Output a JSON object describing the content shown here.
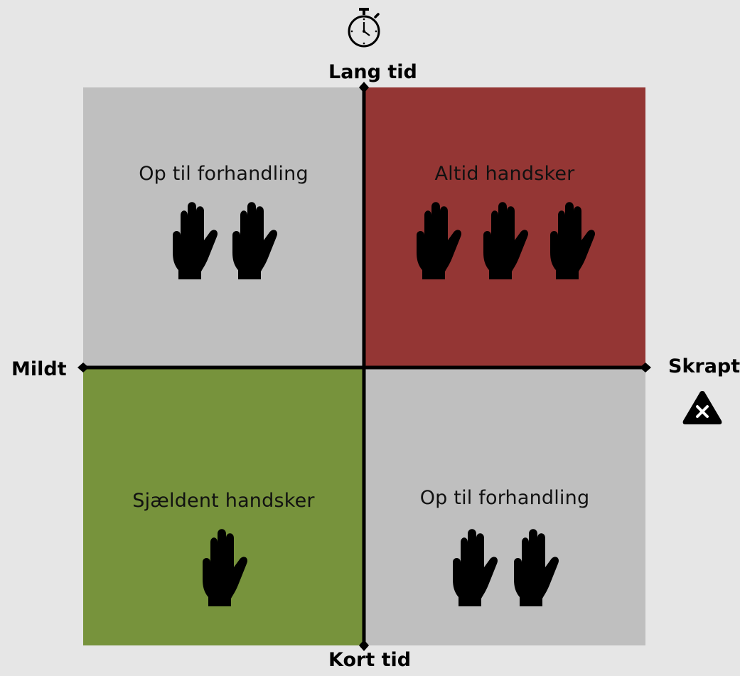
{
  "axes": {
    "top": "Lang tid",
    "bottom": "Kort tid",
    "left": "Mildt",
    "right": "Skrapt"
  },
  "icons": {
    "top": "stopwatch-icon",
    "right": "warning-x-icon"
  },
  "quadrants": [
    {
      "position": "top-left",
      "label": "Op til forhandling",
      "hands": 2,
      "color": "#bfbfbf"
    },
    {
      "position": "top-right",
      "label": "Altid handsker",
      "hands": 3,
      "color": "#943634"
    },
    {
      "position": "bottom-left",
      "label": "Sjældent handsker",
      "hands": 1,
      "color": "#77933c"
    },
    {
      "position": "bottom-right",
      "label": "Op til forhandling",
      "hands": 2,
      "color": "#bfbfbf"
    }
  ]
}
